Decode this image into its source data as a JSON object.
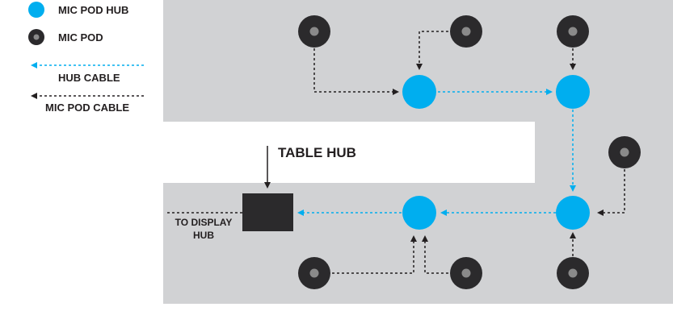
{
  "legend": {
    "mic_pod_hub": "MIC POD HUB",
    "mic_pod": "MIC POD",
    "hub_cable": "HUB CABLE",
    "mic_pod_cable": "MIC POD CABLE"
  },
  "labels": {
    "table_hub": "TABLE HUB",
    "to_display_line1": "TO DISPLAY",
    "to_display_line2": "HUB"
  },
  "colors": {
    "hub": "#00aeef",
    "pod_outer": "#2b2a2c",
    "pod_inner": "#8a8a8a",
    "table": "#d1d2d4",
    "text": "#231f20",
    "hub_cable": "#00aeef",
    "pod_cable": "#231f20"
  }
}
